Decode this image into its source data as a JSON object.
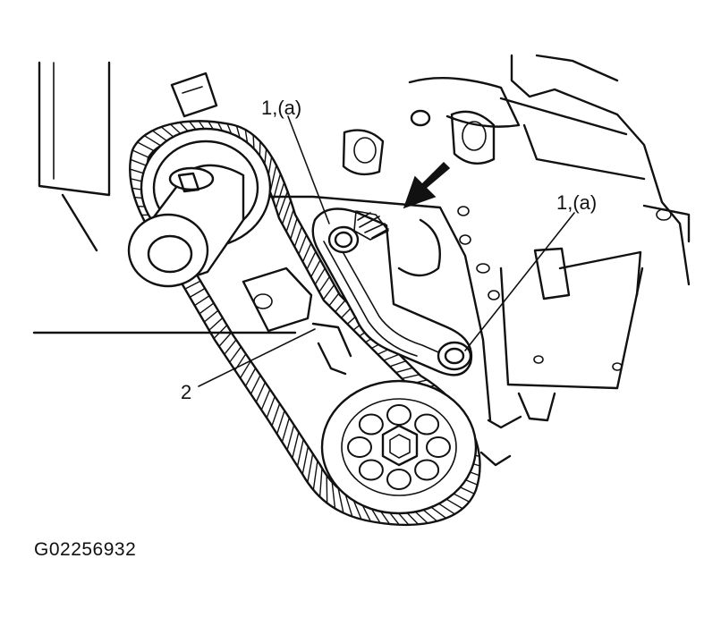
{
  "callouts": {
    "guide_bolt_upper": "1,(a)",
    "guide_bolt_lower": "1,(a)",
    "chain_guide": "2"
  },
  "figure_id": "G02256932"
}
